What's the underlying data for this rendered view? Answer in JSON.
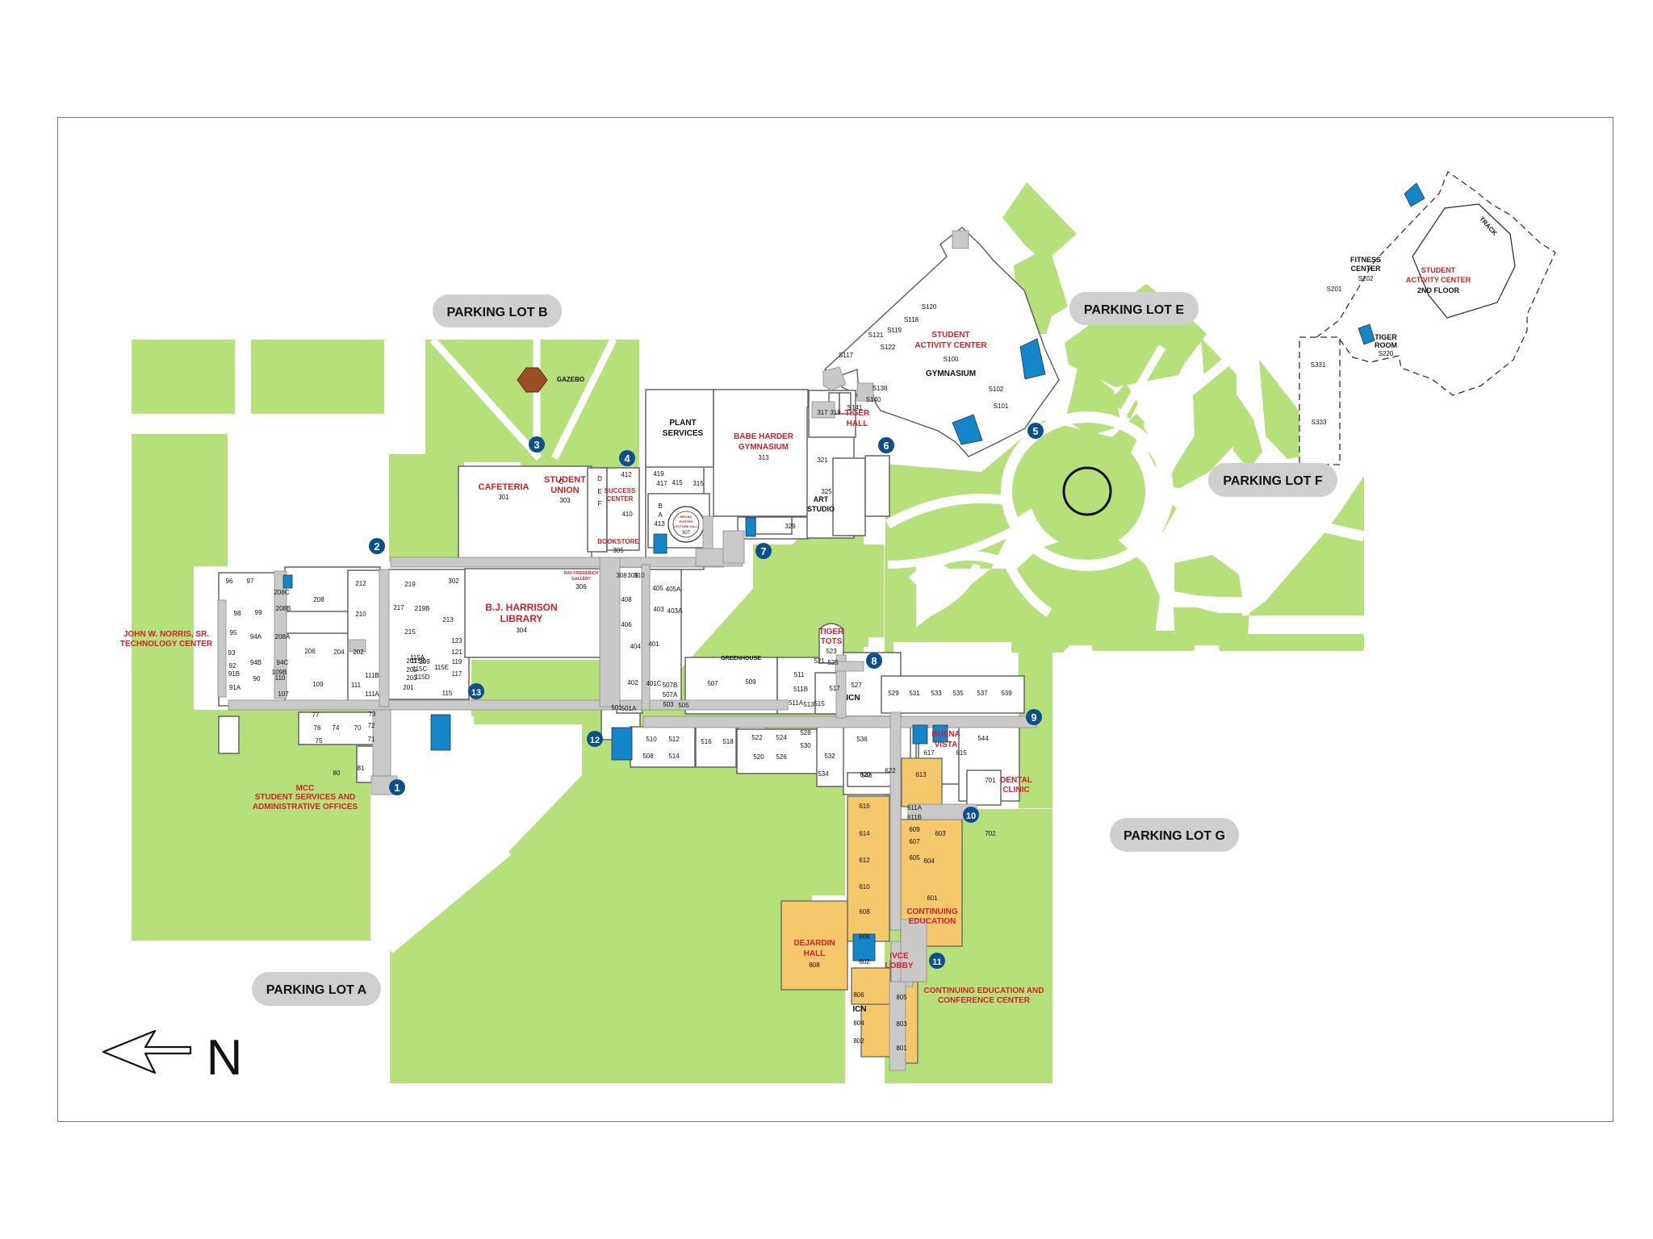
{
  "parking_lots": [
    {
      "id": "a",
      "label": "PARKING LOT A"
    },
    {
      "id": "b",
      "label": "PARKING LOT B"
    },
    {
      "id": "e",
      "label": "PARKING LOT E"
    },
    {
      "id": "f",
      "label": "PARKING LOT F"
    },
    {
      "id": "g",
      "label": "PARKING LOT G"
    }
  ],
  "buildings": {
    "technology_center": [
      "JOHN W. NORRIS, SR.",
      "TECHNOLOGY CENTER"
    ],
    "student_services": [
      "MCC",
      "STUDENT SERVICES AND",
      "ADMINISTRATIVE OFFICES"
    ],
    "cafeteria": [
      "CAFETERIA",
      "301"
    ],
    "student_union": [
      "STUDENT",
      "UNION",
      "303"
    ],
    "success_center": [
      "SUCCESS",
      "CENTER"
    ],
    "bookstore": [
      "BOOKSTORE",
      "305"
    ],
    "library": [
      "B.J. HARRISON",
      "LIBRARY",
      "304"
    ],
    "art_gallery": [
      "RAY FRIEDERICH",
      "GALLERY",
      "306"
    ],
    "plant_services": [
      "PLANT",
      "SERVICES"
    ],
    "babe_harder": [
      "BABE HARDER",
      "GYMNASIUM",
      "313"
    ],
    "lecture_hall": [
      "MELBA",
      "PORTER",
      "LECTURE HALL",
      "307"
    ],
    "art_studio": [
      "ART",
      "STUDIO"
    ],
    "tiger_hall": [
      "TIGER",
      "HALL"
    ],
    "sac_gym": [
      "STUDENT",
      "ACTIVITY CENTER",
      "S100",
      "GYMNASIUM"
    ],
    "tiger_tots": [
      "TIGER",
      "TOTS",
      "523"
    ],
    "greenhouse": "GREENHOUSE",
    "buena_vista": [
      "BUENA",
      "VISTA"
    ],
    "dental_clinic": [
      "DENTAL",
      "CLINIC"
    ],
    "continuing_education": [
      "CONTINUING",
      "EDUCATION"
    ],
    "dejardin_hall": [
      "DEJARDIN",
      "HALL",
      "808"
    ],
    "ivce_lobby": [
      "IVCE",
      "LOBBY"
    ],
    "conference_center": [
      "CONTINUING EDUCATION AND",
      "CONFERENCE CENTER"
    ],
    "sac_second_floor": [
      "STUDENT",
      "ACTIVITY CENTER",
      "2ND FLOOR"
    ],
    "fitness_center": [
      "FITNESS",
      "CENTER",
      "S202"
    ],
    "tiger_room": [
      "TIGER",
      "ROOM",
      "S220"
    ],
    "track": "TRACK",
    "gazebo": "GAZEBO",
    "icn": "ICN"
  },
  "rooms": {
    "r100": [
      "96",
      "97",
      "98",
      "99",
      "95",
      "94A",
      "93",
      "92",
      "91B",
      "91A",
      "90",
      "94B",
      "208C",
      "208",
      "208B",
      "208A",
      "212",
      "210",
      "206",
      "204",
      "202",
      "109",
      "111",
      "111B",
      "111A",
      "107",
      "109B",
      "110",
      "94C",
      "77",
      "76",
      "75",
      "74",
      "70",
      "73",
      "72",
      "71",
      "80",
      "81"
    ],
    "r200": [
      "219",
      "219B",
      "217",
      "215",
      "213",
      "302",
      "123",
      "121",
      "119",
      "117",
      "115",
      "115E",
      "115D",
      "115C",
      "115B",
      "115A",
      "209",
      "207",
      "205",
      "203",
      "201"
    ],
    "r400": [
      "412",
      "410",
      "419",
      "417",
      "415",
      "315",
      "B",
      "A",
      "413",
      "D",
      "E",
      "F",
      "C",
      "309",
      "310",
      "308",
      "405",
      "405A",
      "403",
      "403A",
      "408",
      "406",
      "404",
      "401",
      "402",
      "401C",
      "501",
      "501A"
    ],
    "r300": [
      "317",
      "319",
      "321",
      "325",
      "329",
      "S141",
      "S117",
      "S121",
      "S119",
      "S118",
      "S120",
      "S101",
      "S102",
      "S140",
      "S138",
      "S122"
    ],
    "r500": [
      "507",
      "507B",
      "507A",
      "503",
      "505",
      "509",
      "511",
      "511B",
      "511A",
      "513",
      "515",
      "517",
      "521",
      "525",
      "527",
      "529",
      "531",
      "533",
      "535",
      "537",
      "539",
      "510",
      "512",
      "508",
      "514",
      "516",
      "518",
      "520",
      "522",
      "524",
      "526",
      "528",
      "530",
      "532",
      "534",
      "536",
      "546",
      "544",
      "615",
      "617"
    ],
    "r600": [
      "613",
      "620",
      "622",
      "616",
      "611A",
      "611B",
      "609",
      "607",
      "605",
      "614",
      "612",
      "610",
      "608",
      "606",
      "602",
      "604",
      "603",
      "702",
      "701",
      "601"
    ],
    "r800": [
      "806",
      "805",
      "804",
      "803",
      "802",
      "801"
    ],
    "sac2": [
      "S331",
      "S333",
      "S201"
    ]
  },
  "entrances": [
    "1",
    "2",
    "3",
    "4",
    "5",
    "6",
    "7",
    "8",
    "9",
    "10",
    "11",
    "12",
    "13"
  ],
  "compass": {
    "label": "N"
  },
  "colors": {
    "green": "#b5e07a",
    "yellow": "#f5c96b",
    "blue": "#1386c9",
    "marker": "#0d4e8c",
    "label_red": "#d41f26"
  }
}
